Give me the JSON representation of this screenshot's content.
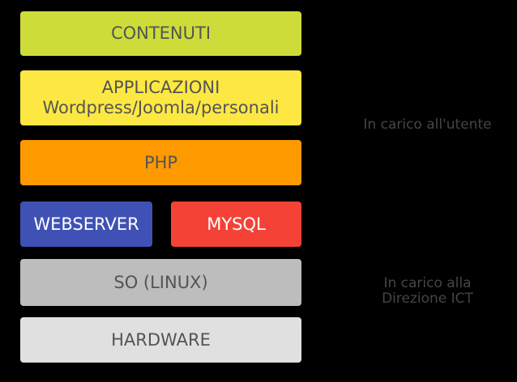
{
  "colors": {
    "background": "#000000",
    "contenuti_bg": "#cddc39",
    "applicazioni_bg": "#fde843",
    "php_bg": "#fe9900",
    "webserver_bg": "#3f51b5",
    "mysql_bg": "#f44336",
    "so_bg": "#bdbdbd",
    "hardware_bg": "#e0e0e0",
    "box_label_dark": "#545454",
    "box_label_white": "#ffffff",
    "side_label_gray": "#454545"
  },
  "stack": {
    "contenuti": {
      "label": "CONTENUTI",
      "bg": "#cddc39"
    },
    "applicazioni": {
      "label": "APPLICAZIONI",
      "sublabel": "Wordpress/Joomla/personali",
      "bg": "#fde843"
    },
    "php": {
      "label": "PHP",
      "bg": "#fe9900"
    },
    "webserver": {
      "label": "WEBSERVER",
      "bg": "#3f51b5"
    },
    "mysql": {
      "label": "MYSQL",
      "bg": "#f44336"
    },
    "so": {
      "label": "SO (LINUX)",
      "bg": "#bdbdbd"
    },
    "hardware": {
      "label": "HARDWARE",
      "bg": "#e0e0e0"
    }
  },
  "annotations": {
    "user": "In carico all'utente",
    "ict_line1": "In carico alla",
    "ict_line2": "Direzione ICT"
  }
}
